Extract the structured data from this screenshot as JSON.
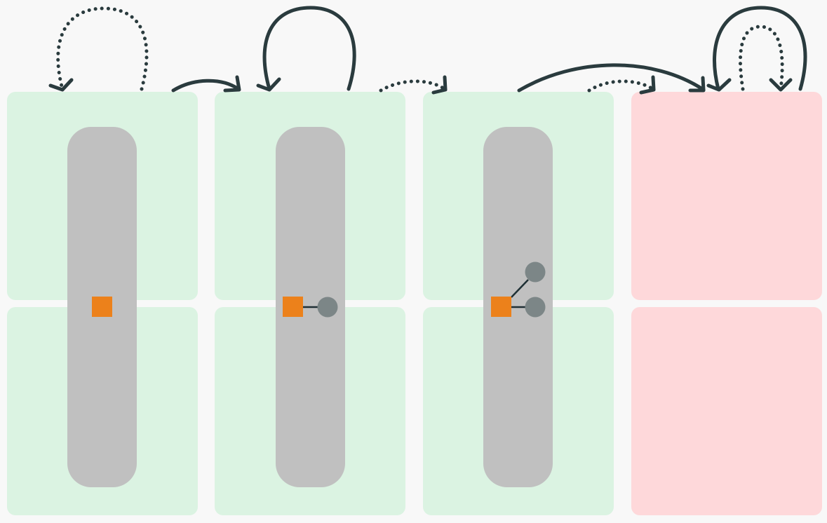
{
  "colors": {
    "background": "#f8f8f8",
    "valid_cell": "#dbf3e2",
    "invalid_cell": "#fed8da",
    "stem": "#c0c0c0",
    "root_node": "#ec811b",
    "child_node": "#7c8687",
    "edge": "#1f3035",
    "arrow": "#2a3b3e"
  },
  "columns": [
    {
      "id": "state-1",
      "kind": "valid",
      "children": 0
    },
    {
      "id": "state-2",
      "kind": "valid",
      "children": 1
    },
    {
      "id": "state-3",
      "kind": "valid",
      "children": 2
    },
    {
      "id": "state-4",
      "kind": "invalid",
      "children": null
    }
  ],
  "transitions": [
    {
      "id": "loop-1",
      "from": "state-1",
      "to": "state-1",
      "style": "dotted"
    },
    {
      "id": "edge-1-2",
      "from": "state-1",
      "to": "state-2",
      "style": "solid"
    },
    {
      "id": "loop-2",
      "from": "state-2",
      "to": "state-2",
      "style": "solid"
    },
    {
      "id": "edge-2-3",
      "from": "state-2",
      "to": "state-3",
      "style": "dotted"
    },
    {
      "id": "edge-3-4-solid",
      "from": "state-3",
      "to": "state-4",
      "style": "solid"
    },
    {
      "id": "edge-3-4-dotted",
      "from": "state-3",
      "to": "state-4",
      "style": "dotted"
    },
    {
      "id": "loop-4-outer",
      "from": "state-4",
      "to": "state-4",
      "style": "solid"
    },
    {
      "id": "loop-4-inner",
      "from": "state-4",
      "to": "state-4",
      "style": "dotted"
    }
  ]
}
